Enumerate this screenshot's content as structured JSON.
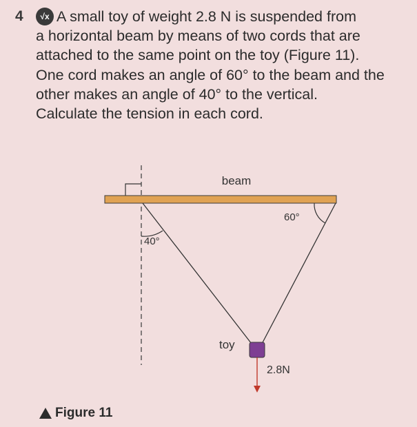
{
  "question": {
    "number": "4",
    "badge": "√x",
    "lines": [
      "A small toy of weight 2.8 N is suspended from",
      "a horizontal beam by means of two cords that are",
      "attached to the same point on the toy (Figure 11).",
      "One cord makes an angle of 60° to the beam and the",
      "other makes an angle of 40° to the vertical.",
      "Calculate the tension in each cord."
    ]
  },
  "figure": {
    "beam_label": "beam",
    "toy_label": "toy",
    "weight_label": "2.8N",
    "angle_vertical_label": "40°",
    "angle_beam_label": "60°",
    "caption": "Figure 11",
    "colors": {
      "beam": "#e0a253",
      "beam_edge": "#3a3a3a",
      "toy": "#7e3f93",
      "arrow": "#c0392b",
      "cord": "#333333"
    }
  }
}
